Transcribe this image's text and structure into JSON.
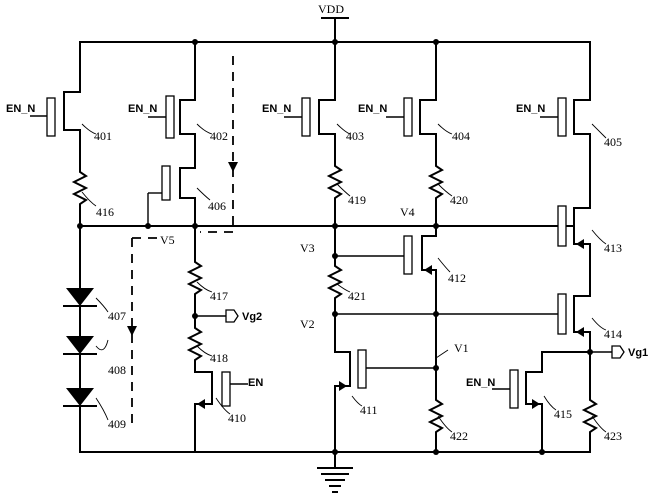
{
  "labels": {
    "vdd": "VDD",
    "en_n": "EN_N",
    "en": "EN",
    "vg1": "Vg1",
    "vg2": "Vg2",
    "v1": "V1",
    "v2": "V2",
    "v3": "V3",
    "v4": "V4",
    "v5": "V5"
  },
  "components": {
    "t401": "401",
    "t402": "402",
    "t403": "403",
    "t404": "404",
    "t405": "405",
    "t406": "406",
    "d407": "407",
    "d408": "408",
    "d409": "409",
    "t410": "410",
    "t411": "411",
    "t412": "412",
    "t413": "413",
    "t414": "414",
    "t415": "415",
    "r416": "416",
    "r417": "417",
    "r418": "418",
    "r419": "419",
    "r420": "420",
    "r421": "421",
    "r422": "422",
    "r423": "423"
  }
}
